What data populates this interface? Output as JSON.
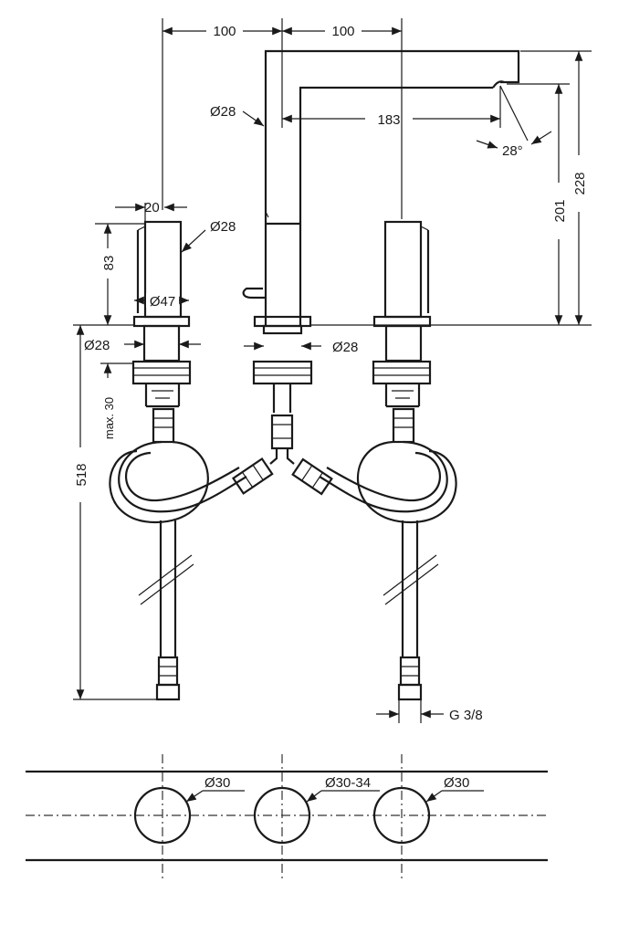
{
  "dimensions": {
    "top_left_spacing": "100",
    "top_right_spacing": "100",
    "spout_diameter": "Ø28",
    "spout_reach": "183",
    "spout_angle": "28°",
    "spout_outlet_height": "201",
    "overall_height": "228",
    "handle_width": "20",
    "handle_diameter": "Ø28",
    "handle_height": "83",
    "handle_base_diameter": "Ø47",
    "left_shank_diameter": "Ø28",
    "center_shank_diameter": "Ø28",
    "max_deck_thickness": "max. 30",
    "hose_length": "518",
    "connection_thread": "G 3/8",
    "hole_left": "Ø30",
    "hole_center": "Ø30-34",
    "hole_right": "Ø30"
  }
}
